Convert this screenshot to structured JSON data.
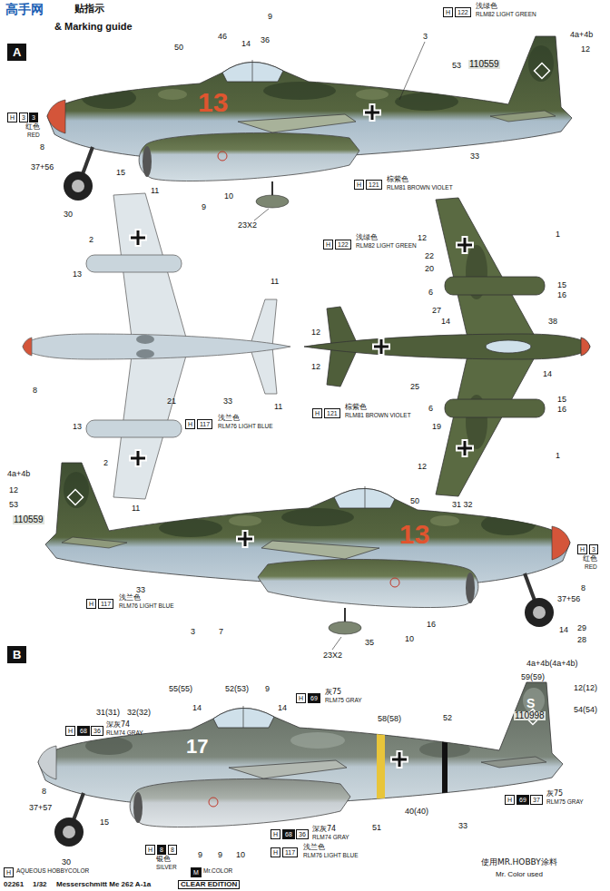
{
  "diagram": {
    "labels": [
      "高手网",
      "贴指示",
      "& Marking guide",
      "A",
      "50",
      "46",
      "14",
      "36",
      "9",
      "3",
      "13",
      "H",
      "3",
      "3",
      "红色",
      "RED",
      "8",
      "37+56",
      "30",
      "15",
      "9",
      "10",
      "23X2",
      "11",
      "H",
      "122",
      "浅绿色",
      "RLM82 LIGHT GREEN",
      "4a+4b",
      "12",
      "53",
      "110559",
      "33",
      "H",
      "121",
      "棕紫色",
      "RLM81 BROWN VIOLET",
      "11",
      "2",
      "13",
      "8",
      "21",
      "33",
      "13",
      "2",
      "11",
      "H",
      "117",
      "浅兰色",
      "RLM76 LIGHT BLUE",
      "1",
      "12",
      "22",
      "20",
      "H",
      "122",
      "浅绿色",
      "RLM82 LIGHT GREEN",
      "6",
      "15",
      "16",
      "27",
      "14",
      "38",
      "12",
      "12",
      "14",
      "25",
      "H",
      "121",
      "棕紫色",
      "RLM81 BROWN VIOLET",
      "6",
      "15",
      "16",
      "19",
      "1",
      "12",
      "4a+4b",
      "12",
      "53",
      "110559",
      "11",
      "50",
      "31 32",
      "13",
      "H",
      "3",
      "红色",
      "RED",
      "8",
      "37+56",
      "14",
      "29",
      "28",
      "33",
      "3",
      "7",
      "16",
      "10",
      "35",
      "23X2",
      "H",
      "117",
      "浅兰色",
      "RLM76 LIGHT BLUE",
      "B",
      "55(55)",
      "52(53)",
      "9",
      "H",
      "69",
      "灰75",
      "RLM75 GRAY",
      "14",
      "14",
      "H",
      "68",
      "36",
      "深灰74",
      "RLM74 GRAY",
      "31(31)",
      "32(32)",
      "17",
      "8",
      "37+57",
      "15",
      "30",
      "H",
      "8",
      "8",
      "银色",
      "SILVER",
      "9",
      "9",
      "10",
      "H",
      "68",
      "36",
      "深灰74",
      "RLM74 GRAY",
      "H",
      "117",
      "浅兰色",
      "RLM76 LIGHT BLUE",
      "51",
      "40(40)",
      "58(58)",
      "52",
      "4a+4b(4a+4b)",
      "59(59)",
      "12(12)",
      "54(54)",
      "S",
      "110998",
      "33",
      "H",
      "69",
      "37",
      "灰75",
      "RLM75 GRAY",
      "使用MR.HOBBY涂料",
      "Mr. Color used",
      "H",
      "AQUEOUS HOBBYCOLOR",
      "M",
      "Mr.COLOR",
      "02261",
      "1/32",
      "Messerschmitt Me 262 A-1a",
      "CLEAR EDITION"
    ]
  }
}
